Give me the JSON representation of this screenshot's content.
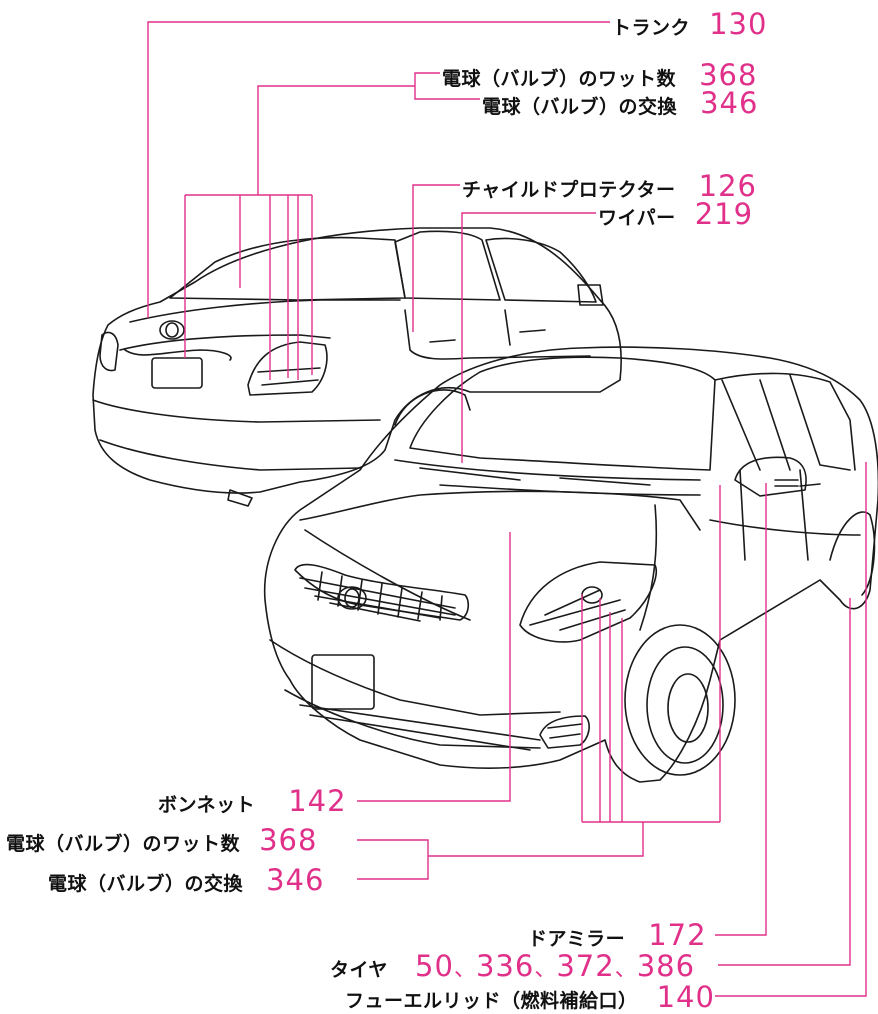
{
  "accent_color": "#e0308a",
  "callouts": {
    "trunk": {
      "label": "トランク",
      "page": "130"
    },
    "rear_bulb_wattage": {
      "label": "電球（バルブ）のワット数",
      "page": "368"
    },
    "rear_bulb_replace": {
      "label": "電球（バルブ）の交換",
      "page": "346"
    },
    "child_protector": {
      "label": "チャイルドプロテクター",
      "page": "126"
    },
    "wiper": {
      "label": "ワイパー",
      "page": "219"
    },
    "bonnet": {
      "label": "ボンネット",
      "page": "142"
    },
    "front_bulb_wattage": {
      "label": "電球（バルブ）のワット数",
      "page": "368"
    },
    "front_bulb_replace": {
      "label": "電球（バルブ）の交換",
      "page": "346"
    },
    "door_mirror": {
      "label": "ドアミラー",
      "page": "172"
    },
    "tire": {
      "label": "タイヤ",
      "pages": [
        "50",
        "336",
        "372",
        "386"
      ],
      "separator": "、"
    },
    "fuel_lid": {
      "label": "フューエルリッド（燃料補給口）",
      "page": "140"
    }
  }
}
